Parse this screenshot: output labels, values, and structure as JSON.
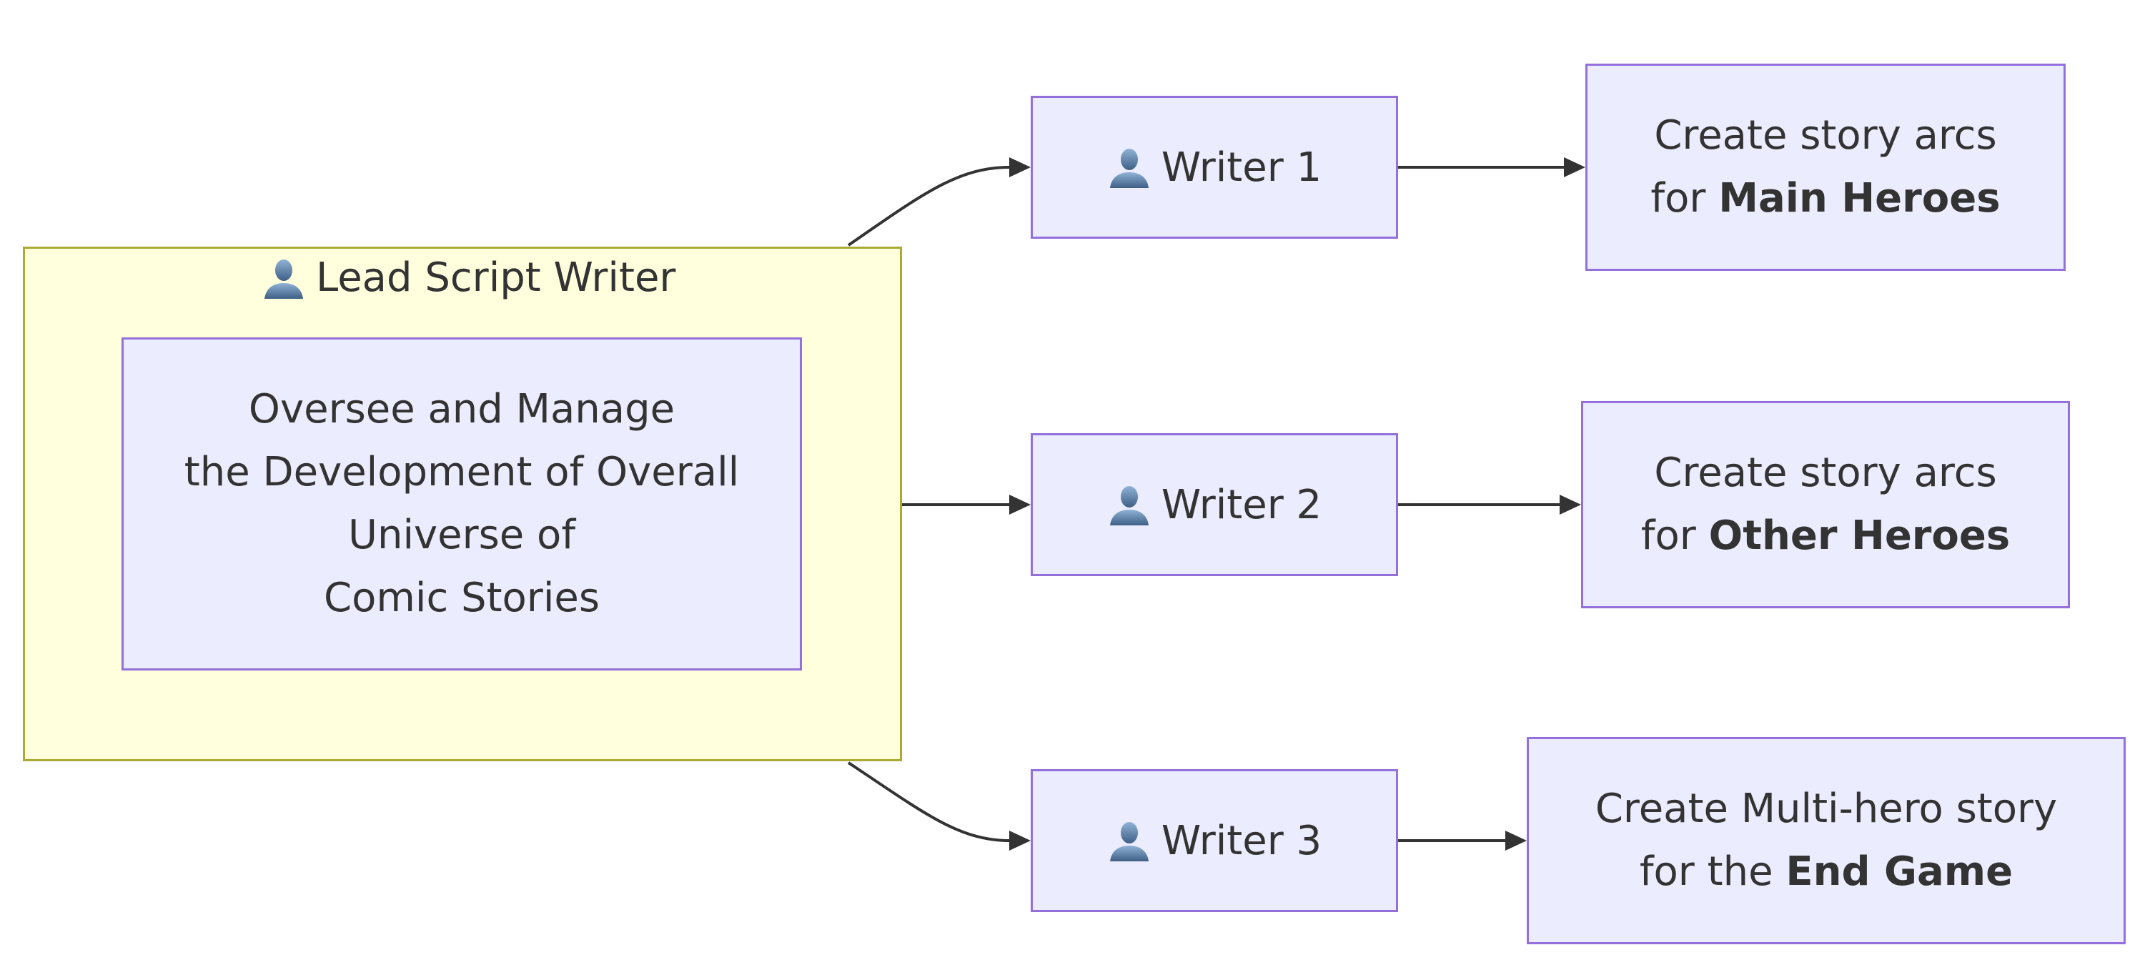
{
  "diagram": {
    "lead": {
      "title": "Lead Script Writer",
      "icon": "person-icon",
      "task_lines": [
        "Oversee and Manage",
        "the Development of Overall",
        "Universe of",
        "Comic Stories"
      ]
    },
    "writers": [
      {
        "label": "Writer 1",
        "icon": "person-icon",
        "task_line1": "Create story arcs",
        "task_line2_prefix": "for ",
        "task_line2_bold": "Main Heroes"
      },
      {
        "label": "Writer 2",
        "icon": "person-icon",
        "task_line1": "Create story arcs",
        "task_line2_prefix": "for ",
        "task_line2_bold": "Other Heroes"
      },
      {
        "label": "Writer 3",
        "icon": "person-icon",
        "task_line1": "Create Multi-hero story",
        "task_line2_prefix": "for the ",
        "task_line2_bold": "End Game"
      }
    ],
    "colors": {
      "node_fill": "#ececff",
      "node_border": "#9370db",
      "cluster_fill": "#ffffde",
      "cluster_border": "#aaaa33",
      "edge": "#333333",
      "text": "#333333"
    }
  }
}
